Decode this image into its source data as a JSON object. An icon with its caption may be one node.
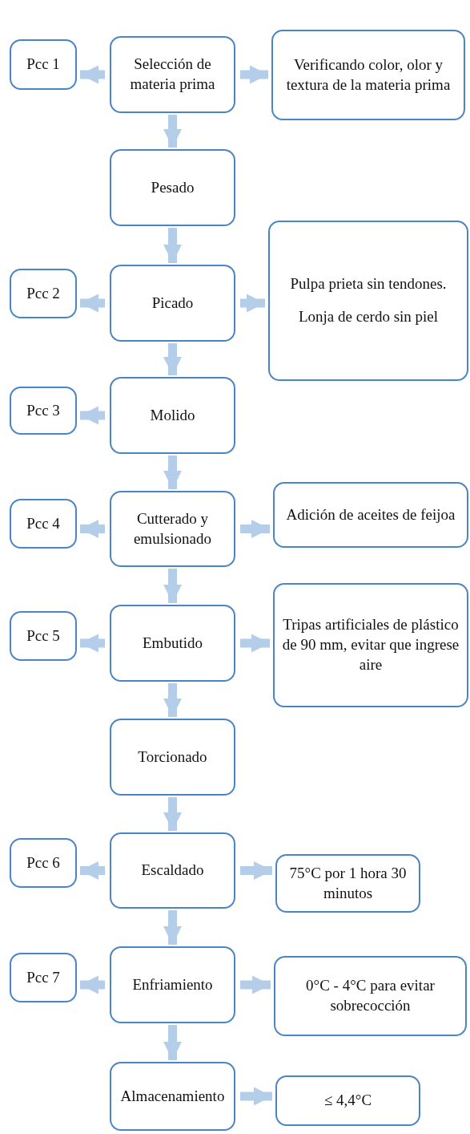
{
  "diagram": {
    "nodes": [
      {
        "text": [
          "Pcc 1"
        ]
      },
      {
        "text": [
          "Selección de materia prima"
        ]
      },
      {
        "text": [
          "Verificando color, olor y textura de la materia prima"
        ]
      },
      {
        "text": [
          "Pesado"
        ]
      },
      {
        "text": [
          "Pcc 2"
        ]
      },
      {
        "text": [
          "Picado"
        ]
      },
      {
        "text": [
          "Pulpa prieta sin tendones.",
          "Lonja de cerdo sin piel"
        ]
      },
      {
        "text": [
          "Pcc 3"
        ]
      },
      {
        "text": [
          "Molido"
        ]
      },
      {
        "text": [
          "Pcc 4"
        ]
      },
      {
        "text": [
          "Cutterado y emulsionado"
        ]
      },
      {
        "text": [
          "Adición de aceites de feijoa"
        ]
      },
      {
        "text": [
          "Pcc 5"
        ]
      },
      {
        "text": [
          "Embutido"
        ]
      },
      {
        "text": [
          "Tripas artificiales de plástico de 90 mm, evitar que ingrese aire"
        ]
      },
      {
        "text": [
          "Torcionado"
        ]
      },
      {
        "text": [
          "Pcc 6"
        ]
      },
      {
        "text": [
          "Escaldado"
        ]
      },
      {
        "text": [
          "75°C por 1 hora 30 minutos"
        ]
      },
      {
        "text": [
          "Pcc 7"
        ]
      },
      {
        "text": [
          "Enfriamiento"
        ]
      },
      {
        "text": [
          "0°C - 4°C para evitar sobrecocción"
        ]
      },
      {
        "text": [
          "Almacenamiento"
        ]
      },
      {
        "text": [
          "≤ 4,4°C"
        ]
      }
    ],
    "edges": [
      {
        "from": 1,
        "to": 0,
        "arrow": "to"
      },
      {
        "from": 1,
        "to": 3,
        "arrow": "to"
      },
      {
        "from": 1,
        "to": 2,
        "arrow": "to"
      },
      {
        "from": 3,
        "to": 5,
        "arrow": "to"
      },
      {
        "from": 5,
        "to": 4,
        "arrow": "to"
      },
      {
        "from": 5,
        "to": 8,
        "arrow": "to"
      },
      {
        "from": 5,
        "to": 6,
        "arrow": "to"
      },
      {
        "from": 8,
        "to": 7,
        "arrow": "to"
      },
      {
        "from": 8,
        "to": 10,
        "arrow": "to"
      },
      {
        "from": 10,
        "to": 9,
        "arrow": "to"
      },
      {
        "from": 10,
        "to": 13,
        "arrow": "to"
      },
      {
        "from": 10,
        "to": 11,
        "arrow": "to"
      },
      {
        "from": 13,
        "to": 12,
        "arrow": "to"
      },
      {
        "from": 13,
        "to": 15,
        "arrow": "to"
      },
      {
        "from": 13,
        "to": 14,
        "arrow": "to"
      },
      {
        "from": 15,
        "to": 17,
        "arrow": "to"
      },
      {
        "from": 17,
        "to": 16,
        "arrow": "to"
      },
      {
        "from": 17,
        "to": 20,
        "arrow": "to"
      },
      {
        "from": 17,
        "to": 18,
        "arrow": "to"
      },
      {
        "from": 20,
        "to": 19,
        "arrow": "to"
      },
      {
        "from": 20,
        "to": 22,
        "arrow": "to"
      },
      {
        "from": 20,
        "to": 21,
        "arrow": "to"
      },
      {
        "from": 22,
        "to": 23,
        "arrow": "to"
      }
    ]
  }
}
